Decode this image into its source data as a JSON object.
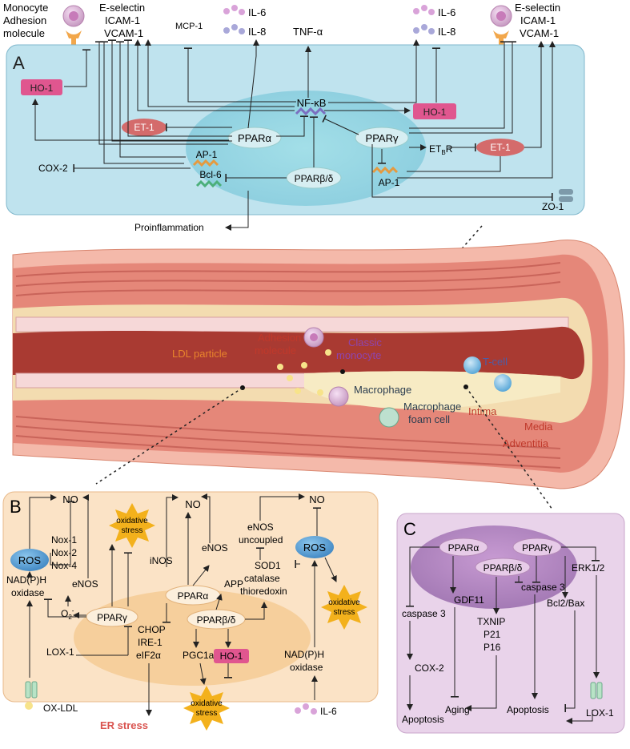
{
  "panel_letters": {
    "a": "A",
    "b": "B",
    "c": "C"
  },
  "top": {
    "monocyte": "Monocyte",
    "adhesion_molecule": "Adhesion molecule",
    "eselectin": "E-selectin",
    "icam1": "ICAM-1",
    "vcam1": "VCAM-1",
    "mcp1": "MCP-1",
    "il6": "IL-6",
    "il8": "IL-8",
    "tnfa": "TNF-α"
  },
  "panel_a": {
    "ho1": "HO-1",
    "nfkb": "NF-κB",
    "et1": "ET-1",
    "ppara": "PPARα",
    "pparg": "PPARγ",
    "ap1": "AP-1",
    "cox2": "COX-2",
    "bcl6": "Bcl-6",
    "ppard": "PPARβ/δ",
    "etbr": "ETBR",
    "zo1": "ZO-1",
    "proinflammation": "Proinflammation"
  },
  "vessel": {
    "ldl_particle": "LDL particle",
    "adhesion": "Adhesion",
    "molecule": "molecule",
    "classic": "Classic",
    "monocyte": "monocyte",
    "tcell": "T-cell",
    "macrophage": "Macrophage",
    "macrophage_foam1": "Macrophage",
    "macrophage_foam2": "foam cell",
    "intima": "Intima",
    "media": "Media",
    "adventitia": "Adventitia"
  },
  "panel_b": {
    "no": "NO",
    "ros": "ROS",
    "nox1": "Nox-1",
    "nox2": "Nox-2",
    "nox4": "Nox-4",
    "nadph": "NAD(P)H",
    "oxidase": "oxidase",
    "o2": "O",
    "o2_sub": "2",
    "o2_sup": "-",
    "enos": "eNOS",
    "inos": "iNOS",
    "oxidative": "oxidative",
    "stress": "stress",
    "ppara": "PPARα",
    "pparg": "PPARγ",
    "ppard": "PPARβ/δ",
    "app": "APP",
    "chop": "CHOP",
    "ire1": "IRE-1",
    "eif2a": "eIF2α",
    "pgc1a": "PGC1a",
    "ho1": "HO-1",
    "lox1": "LOX-1",
    "oxldl": "OX-LDL",
    "er_stress": "ER stress",
    "enos_uncoupled1": "eNOS",
    "enos_uncoupled2": "uncoupled",
    "sod1": "SOD1",
    "catalase": "catalase",
    "thioredoxin": "thioredoxin",
    "il6": "IL-6"
  },
  "panel_c": {
    "ppara": "PPARα",
    "pparg": "PPARγ",
    "ppard": "PPARβ/δ",
    "gdf11": "GDF11",
    "caspase3": "caspase 3",
    "txnip": "TXNIP",
    "p21": "P21",
    "p16": "P16",
    "erk12": "ERK1/2",
    "bcl2bax": "Bcl2/Bax",
    "cox2": "COX-2",
    "apoptosis": "Apoptosis",
    "aging": "Aging",
    "lox1": "LOX-1"
  },
  "colors": {
    "panel_a_bg": "#bfe3ee",
    "panel_b_bg": "#fbe3c6",
    "panel_c_bg": "#e9d3ea",
    "ho1": "#e0568f",
    "et1": "#d46b6b",
    "ros": "#5fa8d8",
    "er_stress": "#d9534f",
    "tcell": "#4a5ea8",
    "classic_monocyte": "#8e44ad",
    "ldl": "#e8842c",
    "vessel_red": "#c0392b"
  }
}
